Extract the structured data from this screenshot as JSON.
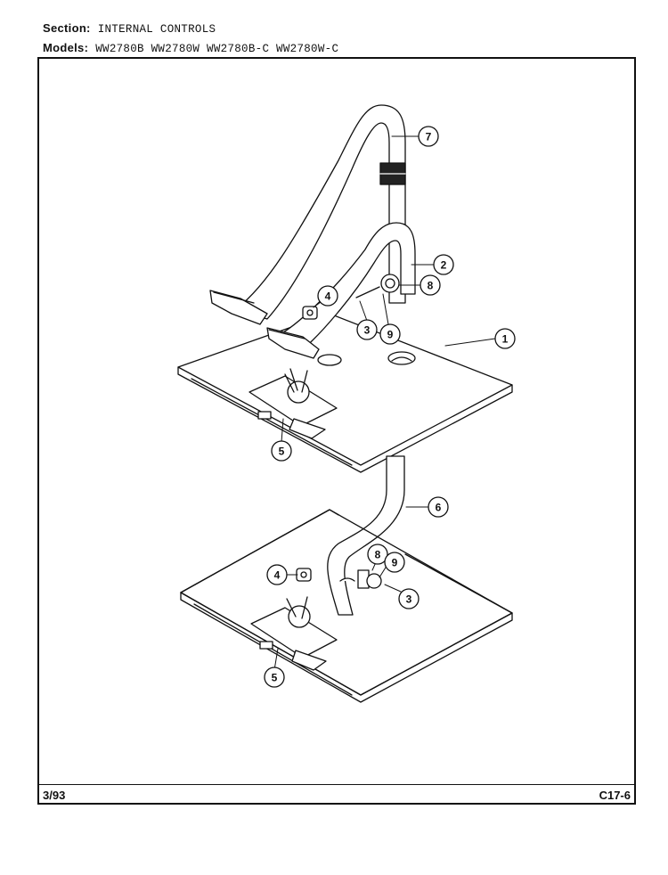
{
  "header": {
    "section_label": "Section:",
    "section_value": "INTERNAL CONTROLS",
    "models_label": "Models:",
    "models_value": "WW2780B WW2780W WW2780B-C WW2780W-C"
  },
  "footer": {
    "date": "3/93",
    "page_code": "C17-6"
  },
  "callouts": {
    "c1": "1",
    "c2": "2",
    "c3_top": "3",
    "c3_bot": "3",
    "c4_top": "4",
    "c4_bot": "4",
    "c5_top": "5",
    "c5_bot": "5",
    "c6": "6",
    "c7": "7",
    "c8_top": "8",
    "c8_bot": "8",
    "c9_top": "9",
    "c9_bot": "9"
  }
}
